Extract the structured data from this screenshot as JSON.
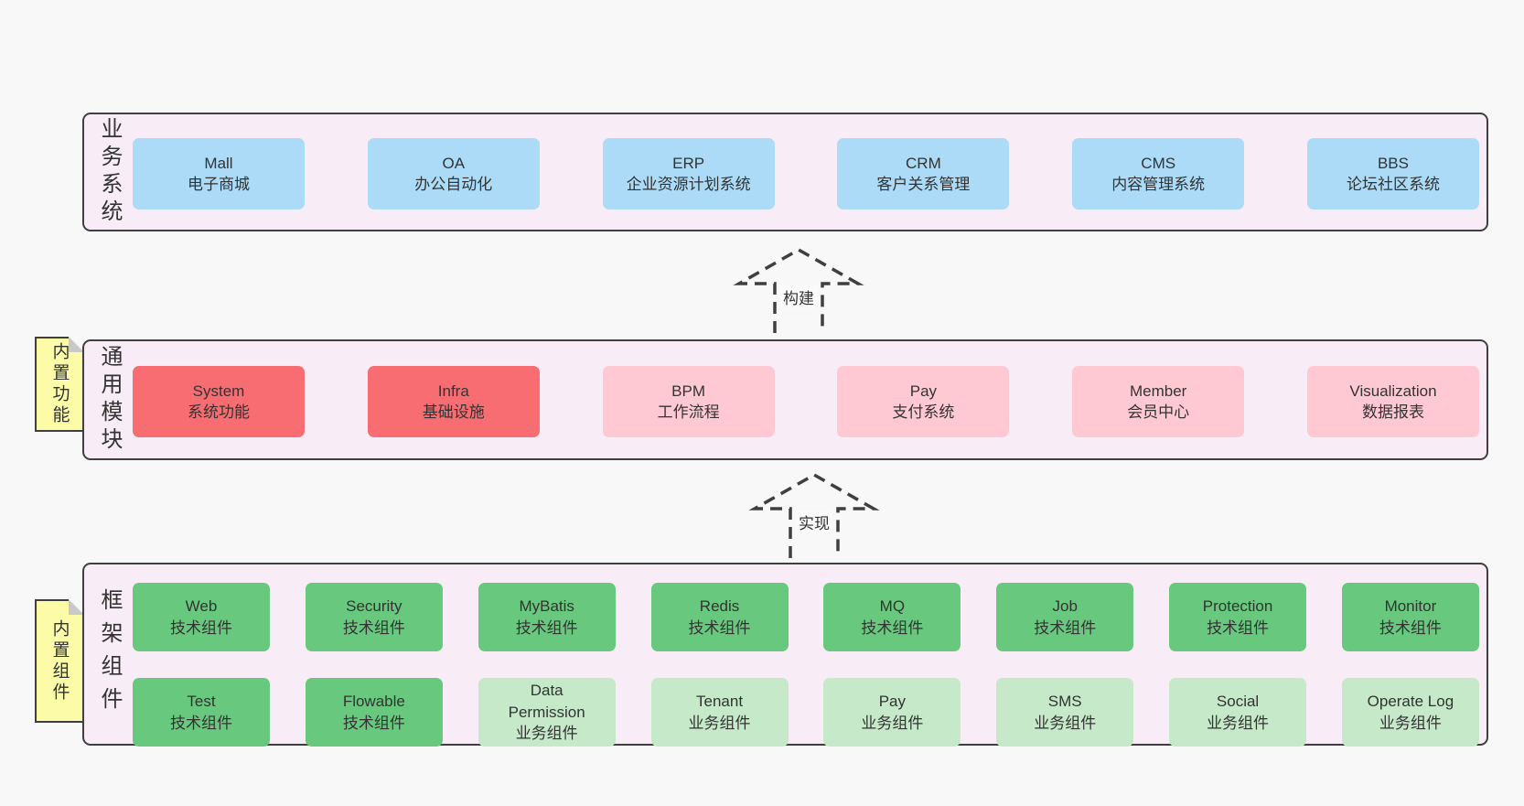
{
  "palette": {
    "page_bg": "#f8f8f8",
    "section_bg": "#f8edf6",
    "border_dark": "#3f3f3f",
    "note_yellow": "#fbfba8",
    "fold_gray": "#c9c9c9",
    "blue": "#abdbf7",
    "red": "#f76d72",
    "pink": "#ffc9d3",
    "green": "#68c87d",
    "green_light": "#c6e9ca",
    "text": "#333333"
  },
  "sections": [
    {
      "label": "业务系统",
      "boxes": [
        {
          "title": "Mall",
          "subtitle": "电子商城",
          "variant": "blue"
        },
        {
          "title": "OA",
          "subtitle": "办公自动化",
          "variant": "blue"
        },
        {
          "title": "ERP",
          "subtitle": "企业资源计划系统",
          "variant": "blue"
        },
        {
          "title": "CRM",
          "subtitle": "客户关系管理",
          "variant": "blue"
        },
        {
          "title": "CMS",
          "subtitle": "内容管理系统",
          "variant": "blue"
        },
        {
          "title": "BBS",
          "subtitle": "论坛社区系统",
          "variant": "blue"
        }
      ]
    },
    {
      "label": "通用模块",
      "note": "内置功能",
      "boxes": [
        {
          "title": "System",
          "subtitle": "系统功能",
          "variant": "red"
        },
        {
          "title": "Infra",
          "subtitle": "基础设施",
          "variant": "red"
        },
        {
          "title": "BPM",
          "subtitle": "工作流程",
          "variant": "pink"
        },
        {
          "title": "Pay",
          "subtitle": "支付系统",
          "variant": "pink"
        },
        {
          "title": "Member",
          "subtitle": "会员中心",
          "variant": "pink"
        },
        {
          "title": "Visualization",
          "subtitle": "数据报表",
          "variant": "pink"
        }
      ]
    },
    {
      "label": "框架组件",
      "note": "内置组件",
      "rows": [
        [
          {
            "title": "Web",
            "subtitle": "技术组件",
            "variant": "green"
          },
          {
            "title": "Security",
            "subtitle": "技术组件",
            "variant": "green"
          },
          {
            "title": "MyBatis",
            "subtitle": "技术组件",
            "variant": "green"
          },
          {
            "title": "Redis",
            "subtitle": "技术组件",
            "variant": "green"
          },
          {
            "title": "MQ",
            "subtitle": "技术组件",
            "variant": "green"
          },
          {
            "title": "Job",
            "subtitle": "技术组件",
            "variant": "green"
          },
          {
            "title": "Protection",
            "subtitle": "技术组件",
            "variant": "green"
          },
          {
            "title": "Monitor",
            "subtitle": "技术组件",
            "variant": "green"
          }
        ],
        [
          {
            "title": "Test",
            "subtitle": "技术组件",
            "variant": "green"
          },
          {
            "title": "Flowable",
            "subtitle": "技术组件",
            "variant": "green"
          },
          {
            "title": "Data\nPermission",
            "subtitle": "业务组件",
            "variant": "green_light"
          },
          {
            "title": "Tenant",
            "subtitle": "业务组件",
            "variant": "green_light"
          },
          {
            "title": "Pay",
            "subtitle": "业务组件",
            "variant": "green_light"
          },
          {
            "title": "SMS",
            "subtitle": "业务组件",
            "variant": "green_light"
          },
          {
            "title": "Social",
            "subtitle": "业务组件",
            "variant": "green_light"
          },
          {
            "title": "Operate Log",
            "subtitle": "业务组件",
            "variant": "green_light"
          }
        ]
      ]
    }
  ],
  "arrows": [
    {
      "label": "构建"
    },
    {
      "label": "实现"
    }
  ]
}
